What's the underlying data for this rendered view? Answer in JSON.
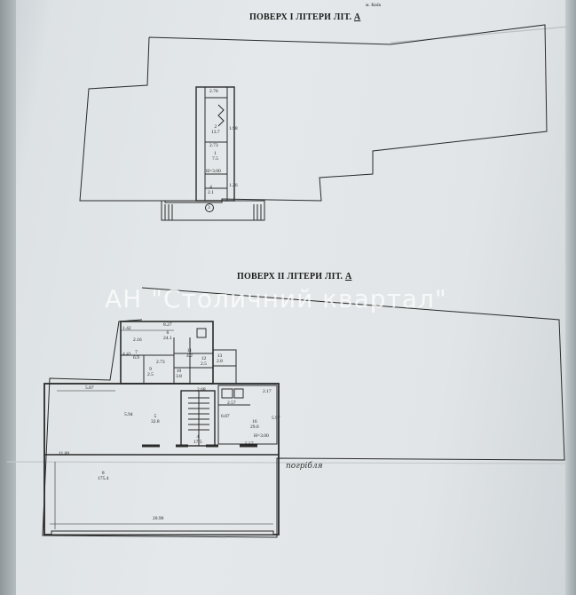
{
  "header": {
    "city_note": "м. Київ"
  },
  "floor1": {
    "title": "ПОВЕРХ I ЛІТЕРИ ЛІТ.",
    "letter": "А",
    "dims": [
      "2.76",
      "2.73",
      "1.98",
      "H=3.00",
      "1.26"
    ],
    "rooms": [
      {
        "num": "2",
        "area": "13.7"
      },
      {
        "num": "1",
        "area": "7.5"
      },
      {
        "num": "4",
        "area": "2.1"
      }
    ],
    "entrance_label": "3"
  },
  "floor2": {
    "title": "ПОВЕРХ II ЛІТЕРИ ЛІТ.",
    "letter": "А",
    "dims": [
      "8.27",
      "2.16",
      "4.41",
      "2.73",
      "5.87",
      "2.68",
      "2.17",
      "2.57",
      "5.94",
      "6.87",
      "5.97",
      "5.57",
      "H=3.00",
      "20.90",
      "1.42",
      "11.00"
    ],
    "rooms": [
      {
        "num": "6",
        "area": "24.1"
      },
      {
        "num": "7",
        "area": "6.9"
      },
      {
        "num": "11",
        "area": "4.2"
      },
      {
        "num": "12",
        "area": "2.5"
      },
      {
        "num": "13",
        "area": "2.8"
      },
      {
        "num": "9",
        "area": "2.5"
      },
      {
        "num": "10",
        "area": "3.8"
      },
      {
        "num": "5",
        "area": "32.8"
      },
      {
        "num": "16",
        "area": "29.0"
      },
      {
        "num": "8",
        "area": "175.4"
      },
      {
        "num": "4",
        "area": "17.5"
      }
    ],
    "note_handwritten": "погрібля"
  },
  "watermark": "АН \"Столичний квартал\""
}
